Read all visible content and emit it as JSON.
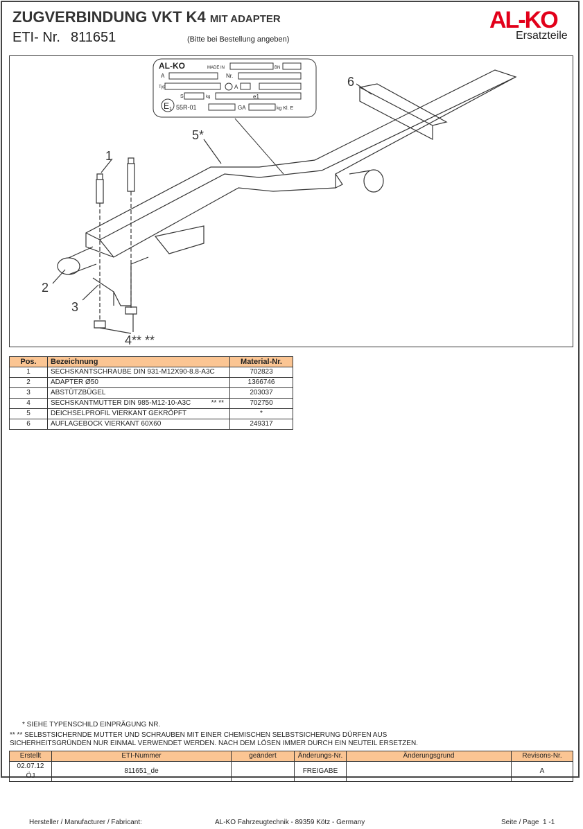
{
  "header": {
    "title": "ZUGVERBINDUNG VKT K4",
    "title_suffix": "MIT ADAPTER",
    "eti_label": "ETI- Nr.",
    "eti_number": "811651",
    "order_hint": "(Bitte bei Bestellung angeben)",
    "logo": "AL-KO",
    "subtitle": "Ersatzteile",
    "brand_color": "#e2001a"
  },
  "drawing": {
    "callouts": [
      "1",
      "2",
      "3",
      "4** **",
      "5*",
      "6"
    ],
    "type_plate": {
      "logo": "AL-KO",
      "made_in": "MADE IN",
      "bn": "BN",
      "a": "A",
      "nr": "Nr.",
      "typ": "Typ",
      "a2": "A",
      "s": "S",
      "kg": "kg",
      "e1": "e1",
      "e_mark": "E",
      "e_mark_sub": "1",
      "approval": "55R-01",
      "ga": "GA",
      "kl": "kg Kl. E"
    }
  },
  "parts_table": {
    "headers": [
      "Pos.",
      "Bezeichnung",
      "Material-Nr."
    ],
    "rows": [
      {
        "pos": "1",
        "name": "SECHSKANTSCHRAUBE DIN 931-M12X90-8.8-A3C",
        "mark": "",
        "material": "702823"
      },
      {
        "pos": "2",
        "name": "ADAPTER Ø50",
        "mark": "",
        "material": "1366746"
      },
      {
        "pos": "3",
        "name": "ABSTÜTZBÜGEL",
        "mark": "",
        "material": "203037"
      },
      {
        "pos": "4",
        "name": "SECHSKANTMUTTER DIN 985-M12-10-A3C",
        "mark": "** **",
        "material": "702750"
      },
      {
        "pos": "5",
        "name": "DEICHSELPROFIL VIERKANT GEKRÖPFT",
        "mark": "",
        "material": "*"
      },
      {
        "pos": "6",
        "name": "AUFLAGEBOCK VIERKANT 60X60",
        "mark": "",
        "material": "249317"
      }
    ]
  },
  "notes": {
    "note1": "* SIEHE TYPENSCHILD EINPRÄGUNG NR.",
    "note2_line1": "** ** SELBSTSICHERNDE MUTTER UND SCHRAUBEN MIT EINER CHEMISCHEN SELBSTSICHERUNG DÜRFEN AUS",
    "note2_line2": "SICHERHEITSGRÜNDEN NUR EINMAL VERWENDET WERDEN. NACH DEM LÖSEN IMMER DURCH EIN NEUTEIL ERSETZEN."
  },
  "revision_table": {
    "headers": [
      "Erstellt",
      "ETI-Nummer",
      "geändert",
      "Änderungs-Nr.",
      "Änderungsgrund",
      "Revisons-Nr."
    ],
    "row": [
      "02.07.12 ÖJ",
      "811651_de",
      "",
      "FREIGABE",
      "",
      "A"
    ]
  },
  "footer": {
    "manufacturer_label": "Hersteller / Manufacturer / Fabricant:",
    "manufacturer": "AL-KO Fahrzeugtechnik - 89359 Kötz - Germany",
    "page": "Seite / Page  1 -1"
  }
}
